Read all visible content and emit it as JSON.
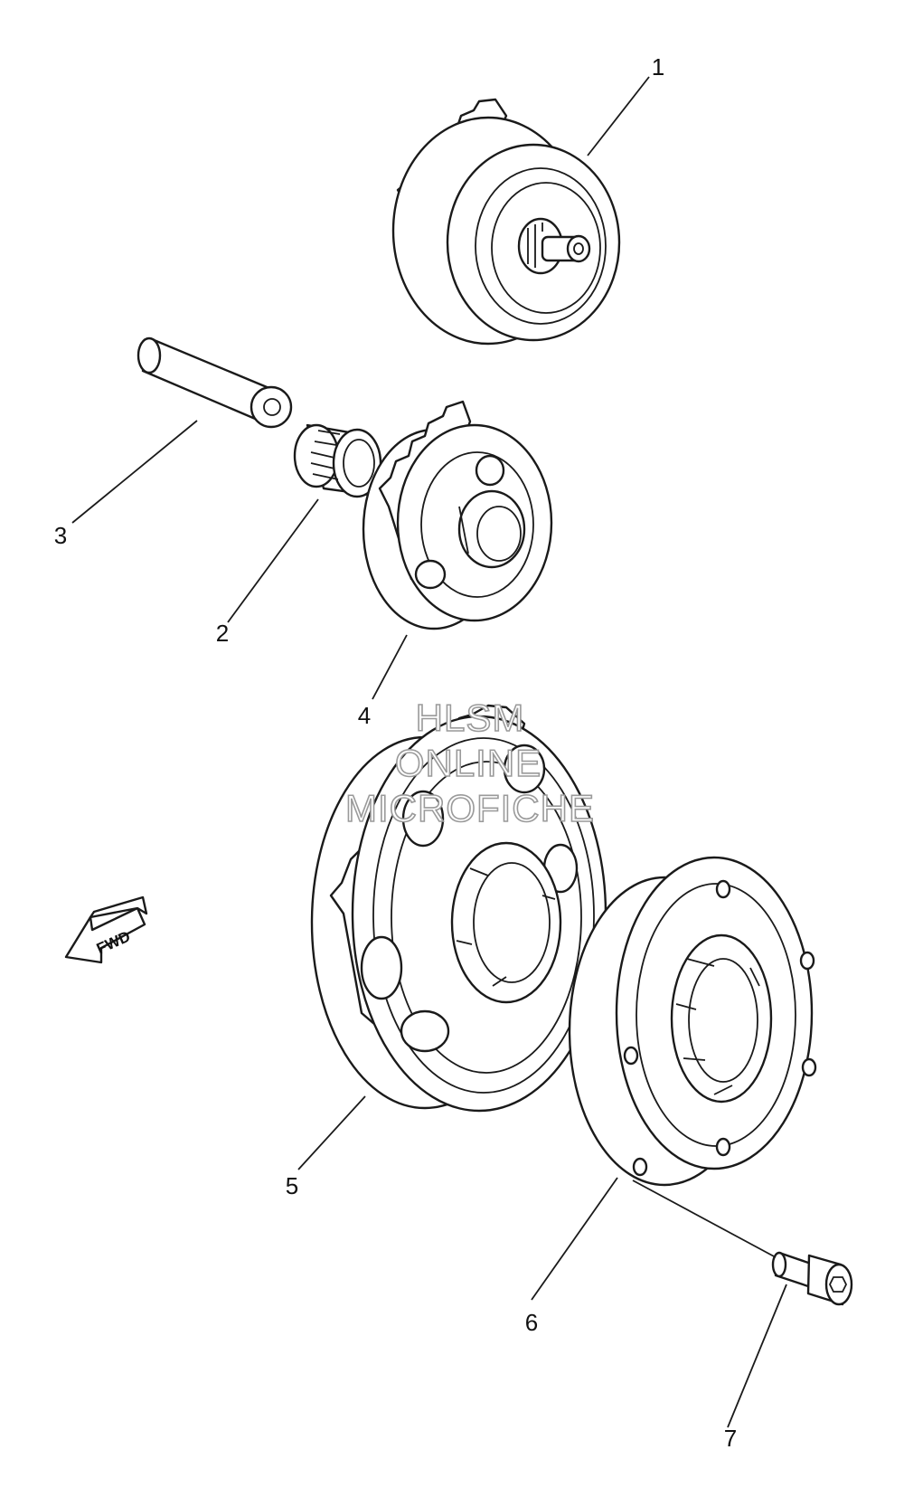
{
  "callouts": [
    "1",
    "2",
    "3",
    "4",
    "5",
    "6",
    "7"
  ],
  "direction_label": "FWD",
  "watermark": [
    "HLSM",
    "ONLINE",
    "MICROFICHE"
  ],
  "colors": {
    "line": "#1a1a1a",
    "background": "#ffffff",
    "watermark": "#9a9a9a"
  }
}
